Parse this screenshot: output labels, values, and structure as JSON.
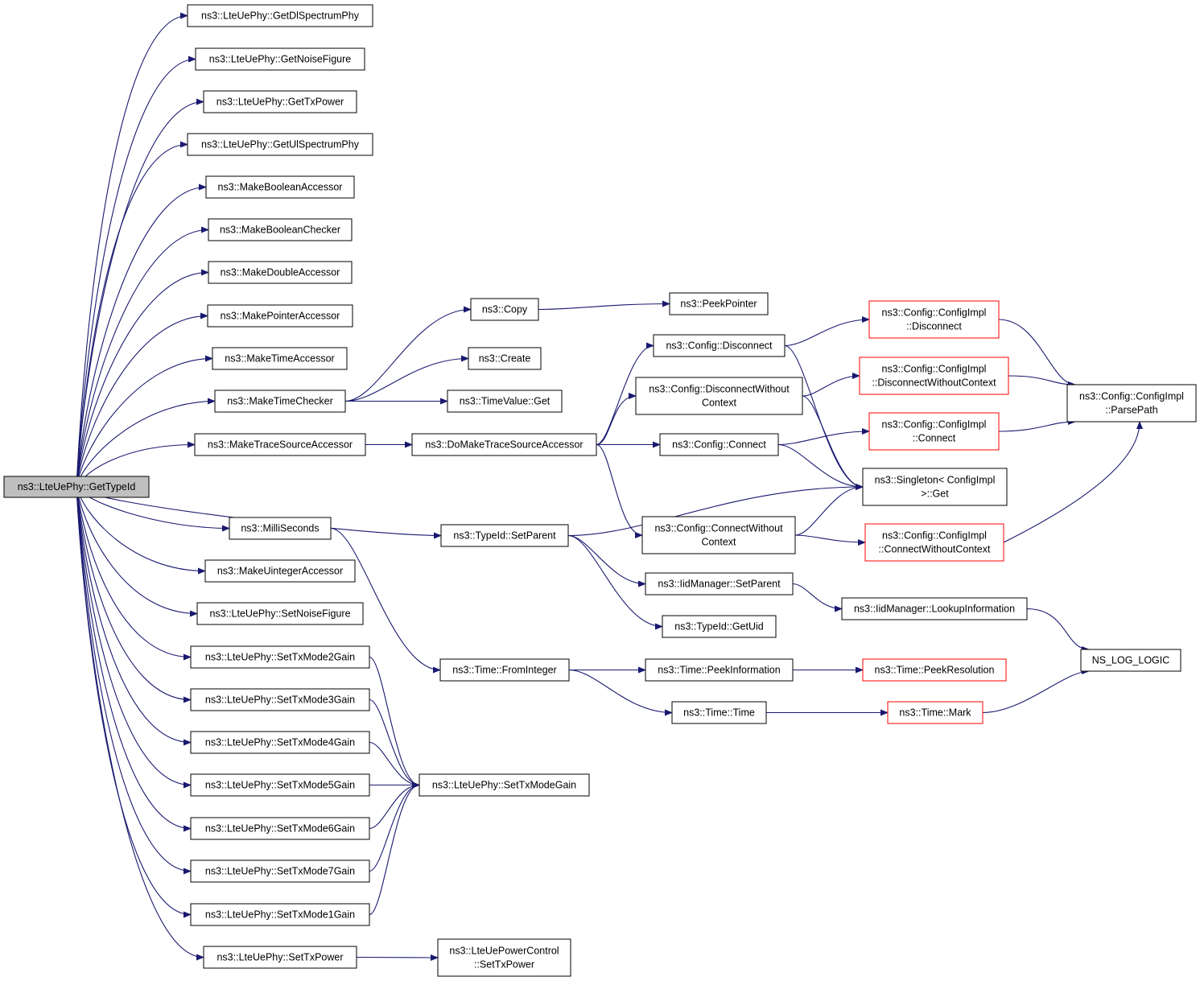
{
  "colors": {
    "edge": "#191970",
    "node_border": "#000000",
    "node_border_truncated": "#ff0000",
    "root_fill": "#bfbfbf",
    "node_fill": "#ffffff"
  },
  "nodes": [
    {
      "id": "root",
      "lines": [
        "ns3::LteUePhy::GetTypeId"
      ],
      "style": "root"
    },
    {
      "id": "getDlSpectrumPhy",
      "lines": [
        "ns3::LteUePhy::GetDlSpectrumPhy"
      ],
      "style": "normal"
    },
    {
      "id": "getNoiseFigure",
      "lines": [
        "ns3::LteUePhy::GetNoiseFigure"
      ],
      "style": "normal"
    },
    {
      "id": "getTxPower",
      "lines": [
        "ns3::LteUePhy::GetTxPower"
      ],
      "style": "normal"
    },
    {
      "id": "getUlSpectrumPhy",
      "lines": [
        "ns3::LteUePhy::GetUlSpectrumPhy"
      ],
      "style": "normal"
    },
    {
      "id": "makeBooleanAccessor",
      "lines": [
        "ns3::MakeBooleanAccessor"
      ],
      "style": "normal"
    },
    {
      "id": "makeBooleanChecker",
      "lines": [
        "ns3::MakeBooleanChecker"
      ],
      "style": "normal"
    },
    {
      "id": "makeDoubleAccessor",
      "lines": [
        "ns3::MakeDoubleAccessor"
      ],
      "style": "normal"
    },
    {
      "id": "makePointerAccessor",
      "lines": [
        "ns3::MakePointerAccessor"
      ],
      "style": "normal"
    },
    {
      "id": "makeTimeAccessor",
      "lines": [
        "ns3::MakeTimeAccessor"
      ],
      "style": "normal"
    },
    {
      "id": "makeTimeChecker",
      "lines": [
        "ns3::MakeTimeChecker"
      ],
      "style": "normal"
    },
    {
      "id": "makeTraceSourceAccessor",
      "lines": [
        "ns3::MakeTraceSourceAccessor"
      ],
      "style": "normal"
    },
    {
      "id": "milliSeconds",
      "lines": [
        "ns3::MilliSeconds"
      ],
      "style": "normal"
    },
    {
      "id": "makeUintegerAccessor",
      "lines": [
        "ns3::MakeUintegerAccessor"
      ],
      "style": "normal"
    },
    {
      "id": "setNoiseFigure",
      "lines": [
        "ns3::LteUePhy::SetNoiseFigure"
      ],
      "style": "normal"
    },
    {
      "id": "setTxMode2Gain",
      "lines": [
        "ns3::LteUePhy::SetTxMode2Gain"
      ],
      "style": "normal"
    },
    {
      "id": "setTxMode3Gain",
      "lines": [
        "ns3::LteUePhy::SetTxMode3Gain"
      ],
      "style": "normal"
    },
    {
      "id": "setTxMode4Gain",
      "lines": [
        "ns3::LteUePhy::SetTxMode4Gain"
      ],
      "style": "normal"
    },
    {
      "id": "setTxMode5Gain",
      "lines": [
        "ns3::LteUePhy::SetTxMode5Gain"
      ],
      "style": "normal"
    },
    {
      "id": "setTxMode6Gain",
      "lines": [
        "ns3::LteUePhy::SetTxMode6Gain"
      ],
      "style": "normal"
    },
    {
      "id": "setTxMode7Gain",
      "lines": [
        "ns3::LteUePhy::SetTxMode7Gain"
      ],
      "style": "normal"
    },
    {
      "id": "setTxMode1Gain",
      "lines": [
        "ns3::LteUePhy::SetTxMode1Gain"
      ],
      "style": "normal"
    },
    {
      "id": "setTxPower",
      "lines": [
        "ns3::LteUePhy::SetTxPower"
      ],
      "style": "normal"
    },
    {
      "id": "copy",
      "lines": [
        "ns3::Copy"
      ],
      "style": "normal"
    },
    {
      "id": "create",
      "lines": [
        "ns3::Create"
      ],
      "style": "normal"
    },
    {
      "id": "timeValueGet",
      "lines": [
        "ns3::TimeValue::Get"
      ],
      "style": "normal"
    },
    {
      "id": "doMakeTraceSourceAccessor",
      "lines": [
        "ns3::DoMakeTraceSourceAccessor"
      ],
      "style": "normal"
    },
    {
      "id": "typeIdSetParent",
      "lines": [
        "ns3::TypeId::SetParent"
      ],
      "style": "normal"
    },
    {
      "id": "timeFromInteger",
      "lines": [
        "ns3::Time::FromInteger"
      ],
      "style": "normal"
    },
    {
      "id": "setTxModeGain",
      "lines": [
        "ns3::LteUePhy::SetTxModeGain"
      ],
      "style": "normal"
    },
    {
      "id": "powerControlSetTxPower",
      "lines": [
        "ns3::LteUePowerControl",
        "::SetTxPower"
      ],
      "style": "normal"
    },
    {
      "id": "peekPointer",
      "lines": [
        "ns3::PeekPointer"
      ],
      "style": "normal"
    },
    {
      "id": "configDisconnect",
      "lines": [
        "ns3::Config::Disconnect"
      ],
      "style": "normal"
    },
    {
      "id": "configDisconnectWithoutContext",
      "lines": [
        "ns3::Config::DisconnectWithout",
        "Context"
      ],
      "style": "normal"
    },
    {
      "id": "configConnect",
      "lines": [
        "ns3::Config::Connect"
      ],
      "style": "normal"
    },
    {
      "id": "configConnectWithoutContext",
      "lines": [
        "ns3::Config::ConnectWithout",
        "Context"
      ],
      "style": "normal"
    },
    {
      "id": "iidManagerSetParent",
      "lines": [
        "ns3::IidManager::SetParent"
      ],
      "style": "normal"
    },
    {
      "id": "typeIdGetUid",
      "lines": [
        "ns3::TypeId::GetUid"
      ],
      "style": "normal"
    },
    {
      "id": "timePeekInformation",
      "lines": [
        "ns3::Time::PeekInformation"
      ],
      "style": "normal"
    },
    {
      "id": "timeTime",
      "lines": [
        "ns3::Time::Time"
      ],
      "style": "normal"
    },
    {
      "id": "implDisconnect",
      "lines": [
        "ns3::Config::ConfigImpl",
        "::Disconnect"
      ],
      "style": "truncated"
    },
    {
      "id": "implDisconnectWithoutContext",
      "lines": [
        "ns3::Config::ConfigImpl",
        "::DisconnectWithoutContext"
      ],
      "style": "truncated"
    },
    {
      "id": "implConnect",
      "lines": [
        "ns3::Config::ConfigImpl",
        "::Connect"
      ],
      "style": "truncated"
    },
    {
      "id": "singletonGet",
      "lines": [
        "ns3::Singleton< ConfigImpl",
        " >::Get"
      ],
      "style": "normal"
    },
    {
      "id": "implConnectWithoutContext",
      "lines": [
        "ns3::Config::ConfigImpl",
        "::ConnectWithoutContext"
      ],
      "style": "truncated"
    },
    {
      "id": "iidManagerLookupInformation",
      "lines": [
        "ns3::IidManager::LookupInformation"
      ],
      "style": "normal"
    },
    {
      "id": "timePeekResolution",
      "lines": [
        "ns3::Time::PeekResolution"
      ],
      "style": "truncated"
    },
    {
      "id": "timeMark",
      "lines": [
        "ns3::Time::Mark"
      ],
      "style": "truncated"
    },
    {
      "id": "implParsePath",
      "lines": [
        "ns3::Config::ConfigImpl",
        "::ParsePath"
      ],
      "style": "normal"
    },
    {
      "id": "nsLogLogic",
      "lines": [
        "NS_LOG_LOGIC"
      ],
      "style": "normal"
    }
  ],
  "edges": [
    [
      "root",
      "getDlSpectrumPhy"
    ],
    [
      "root",
      "getNoiseFigure"
    ],
    [
      "root",
      "getTxPower"
    ],
    [
      "root",
      "getUlSpectrumPhy"
    ],
    [
      "root",
      "makeBooleanAccessor"
    ],
    [
      "root",
      "makeBooleanChecker"
    ],
    [
      "root",
      "makeDoubleAccessor"
    ],
    [
      "root",
      "makePointerAccessor"
    ],
    [
      "root",
      "makeTimeAccessor"
    ],
    [
      "root",
      "makeTimeChecker"
    ],
    [
      "root",
      "makeTraceSourceAccessor"
    ],
    [
      "root",
      "milliSeconds"
    ],
    [
      "root",
      "makeUintegerAccessor"
    ],
    [
      "root",
      "setNoiseFigure"
    ],
    [
      "root",
      "setTxMode2Gain"
    ],
    [
      "root",
      "setTxMode3Gain"
    ],
    [
      "root",
      "setTxMode4Gain"
    ],
    [
      "root",
      "setTxMode5Gain"
    ],
    [
      "root",
      "setTxMode6Gain"
    ],
    [
      "root",
      "setTxMode7Gain"
    ],
    [
      "root",
      "setTxMode1Gain"
    ],
    [
      "root",
      "setTxPower"
    ],
    [
      "root",
      "typeIdSetParent"
    ],
    [
      "makeTimeChecker",
      "copy"
    ],
    [
      "makeTimeChecker",
      "create"
    ],
    [
      "makeTimeChecker",
      "timeValueGet"
    ],
    [
      "copy",
      "peekPointer"
    ],
    [
      "makeTraceSourceAccessor",
      "doMakeTraceSourceAccessor"
    ],
    [
      "doMakeTraceSourceAccessor",
      "configDisconnect"
    ],
    [
      "doMakeTraceSourceAccessor",
      "configDisconnectWithoutContext"
    ],
    [
      "doMakeTraceSourceAccessor",
      "configConnect"
    ],
    [
      "doMakeTraceSourceAccessor",
      "configConnectWithoutContext"
    ],
    [
      "configDisconnect",
      "implDisconnect"
    ],
    [
      "configDisconnect",
      "singletonGet"
    ],
    [
      "configDisconnectWithoutContext",
      "implDisconnectWithoutContext"
    ],
    [
      "configDisconnectWithoutContext",
      "singletonGet"
    ],
    [
      "configConnect",
      "implConnect"
    ],
    [
      "configConnect",
      "singletonGet"
    ],
    [
      "configConnectWithoutContext",
      "singletonGet"
    ],
    [
      "configConnectWithoutContext",
      "implConnectWithoutContext"
    ],
    [
      "implDisconnect",
      "implParsePath"
    ],
    [
      "implDisconnectWithoutContext",
      "implParsePath"
    ],
    [
      "implConnect",
      "implParsePath"
    ],
    [
      "implConnectWithoutContext",
      "implParsePath"
    ],
    [
      "typeIdSetParent",
      "singletonGet"
    ],
    [
      "typeIdSetParent",
      "iidManagerSetParent"
    ],
    [
      "typeIdSetParent",
      "typeIdGetUid"
    ],
    [
      "iidManagerSetParent",
      "iidManagerLookupInformation"
    ],
    [
      "iidManagerLookupInformation",
      "nsLogLogic"
    ],
    [
      "milliSeconds",
      "timeFromInteger"
    ],
    [
      "timeFromInteger",
      "timePeekInformation"
    ],
    [
      "timeFromInteger",
      "timeTime"
    ],
    [
      "timePeekInformation",
      "timePeekResolution"
    ],
    [
      "timeTime",
      "timeMark"
    ],
    [
      "timeMark",
      "nsLogLogic"
    ],
    [
      "setTxMode2Gain",
      "setTxModeGain"
    ],
    [
      "setTxMode3Gain",
      "setTxModeGain"
    ],
    [
      "setTxMode4Gain",
      "setTxModeGain"
    ],
    [
      "setTxMode5Gain",
      "setTxModeGain"
    ],
    [
      "setTxMode6Gain",
      "setTxModeGain"
    ],
    [
      "setTxMode7Gain",
      "setTxModeGain"
    ],
    [
      "setTxMode1Gain",
      "setTxModeGain"
    ],
    [
      "setTxPower",
      "powerControlSetTxPower"
    ]
  ]
}
